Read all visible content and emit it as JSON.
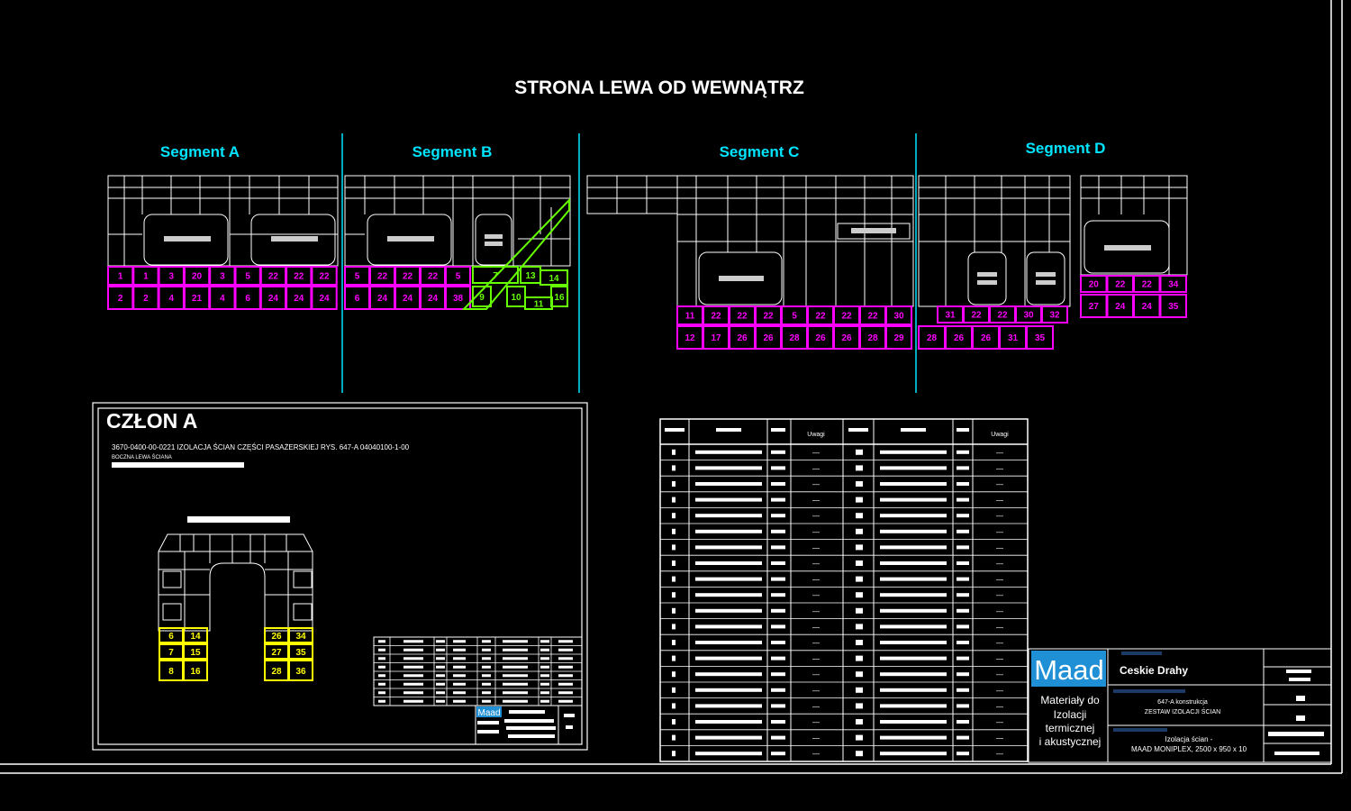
{
  "drawing": {
    "title": "STRONA LEWA OD WEWNĄTRZ",
    "segments": [
      {
        "label": "Segment A"
      },
      {
        "label": "Segment B"
      },
      {
        "label": "Segment C"
      },
      {
        "label": "Segment D"
      }
    ],
    "segment_a": {
      "row1": [
        "1",
        "1",
        "3",
        "20",
        "3",
        "5",
        "22",
        "22",
        "22"
      ],
      "row2": [
        "2",
        "2",
        "4",
        "21",
        "4",
        "6",
        "24",
        "24",
        "24"
      ]
    },
    "segment_b": {
      "row1": [
        "5",
        "22",
        "22",
        "22",
        "5"
      ],
      "row2": [
        "6",
        "24",
        "24",
        "24",
        "38"
      ],
      "green": [
        "7",
        "13",
        "14",
        "9",
        "10",
        "11",
        "16"
      ]
    },
    "segment_c": {
      "row1": [
        "11",
        "22",
        "22",
        "22",
        "5",
        "22",
        "22",
        "22",
        "30"
      ],
      "row2": [
        "12",
        "17",
        "26",
        "26",
        "28",
        "26",
        "26",
        "28",
        "29"
      ]
    },
    "segment_d": {
      "row1": [
        "31",
        "22",
        "22",
        "30",
        "32"
      ],
      "row2": [
        "28",
        "26",
        "26",
        "31",
        "35"
      ],
      "right_row1": [
        "20",
        "22",
        "22",
        "34"
      ],
      "right_row2": [
        "27",
        "24",
        "24",
        "35"
      ]
    },
    "detail": {
      "title": "CZŁON A",
      "caption": "3670-0400-00-0221 IZOLACJA ŚCIAN CZĘŚCI PASAŻERSKIEJ RYS. 647-A 04040100-1-00",
      "subcaption": "BOCZNA LEWA ŚCIANA",
      "yellow_left": [
        "6",
        "14",
        "7",
        "15",
        "8",
        "16"
      ],
      "yellow_right": [
        "26",
        "34",
        "27",
        "35",
        "28",
        "36"
      ],
      "mini_logo": "Maad"
    },
    "table": {
      "header_uwagi": "Uwagi",
      "row_dash": "—"
    },
    "title_block": {
      "logo": "Maad",
      "company_lines": [
        "Materiały do",
        "Izolacji",
        "termicznej",
        "i akustycznej"
      ],
      "client": "Ceskie Drahy",
      "project_lines": [
        "647-A konstrukcja",
        "ZESTAW IZOLACJI ŚCIAN"
      ],
      "product_lines": [
        "Izolacja ścian -",
        "MAAD MONIPLEX, 2500 x 950 x 10"
      ]
    },
    "colors": {
      "background": "#000000",
      "lines": "#ffffff",
      "segment_labels": "#00e5ff",
      "magenta": "#ff00ff",
      "green": "#66ff00",
      "yellow": "#ffff00",
      "logo_blue": "#1f8fd6"
    }
  }
}
